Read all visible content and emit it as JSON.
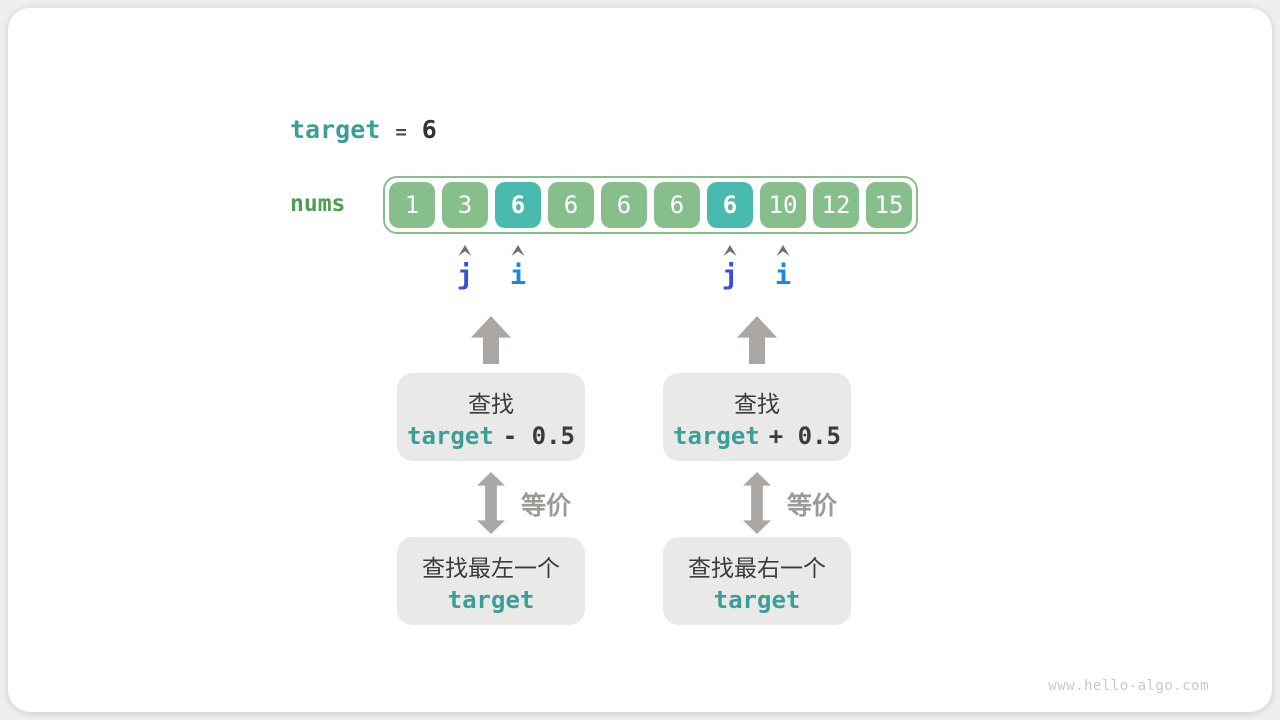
{
  "header": {
    "target_label": "target",
    "equals": "=",
    "value": "6"
  },
  "nums": {
    "label": "nums",
    "cells": [
      {
        "value": "1",
        "highlight": false
      },
      {
        "value": "3",
        "highlight": false
      },
      {
        "value": "6",
        "highlight": true
      },
      {
        "value": "6",
        "highlight": false
      },
      {
        "value": "6",
        "highlight": false
      },
      {
        "value": "6",
        "highlight": false
      },
      {
        "value": "6",
        "highlight": true
      },
      {
        "value": "10",
        "highlight": false
      },
      {
        "value": "12",
        "highlight": false
      },
      {
        "value": "15",
        "highlight": false
      }
    ]
  },
  "pointers": [
    {
      "label": "j",
      "points_to_index": 1
    },
    {
      "label": "i",
      "points_to_index": 2
    },
    {
      "label": "j",
      "points_to_index": 6
    },
    {
      "label": "i",
      "points_to_index": 7
    }
  ],
  "flows": {
    "left": {
      "search_line1": "查找",
      "expr_target": "target",
      "expr_op": "- 0.5",
      "equiv_label": "等价",
      "result_line1": "查找最左一个",
      "result_line2": "target"
    },
    "right": {
      "search_line1": "查找",
      "expr_target": "target",
      "expr_op": "+ 0.5",
      "equiv_label": "等价",
      "result_line1": "查找最右一个",
      "result_line2": "target"
    }
  },
  "watermark": "www.hello-algo.com",
  "colors": {
    "teal_text": "#3d9e98",
    "green_label": "#4f9d53",
    "cell_green": "#87bf8c",
    "cell_teal": "#49bbae",
    "pointer_j_blue": "#3a4ed8",
    "pointer_i_blue": "#1f88da",
    "box_gray": "#e9e9e8",
    "arrow_gray": "#aba7a4",
    "equiv_gray": "#9c9a97",
    "watermark_gray": "#c9c9c9"
  }
}
